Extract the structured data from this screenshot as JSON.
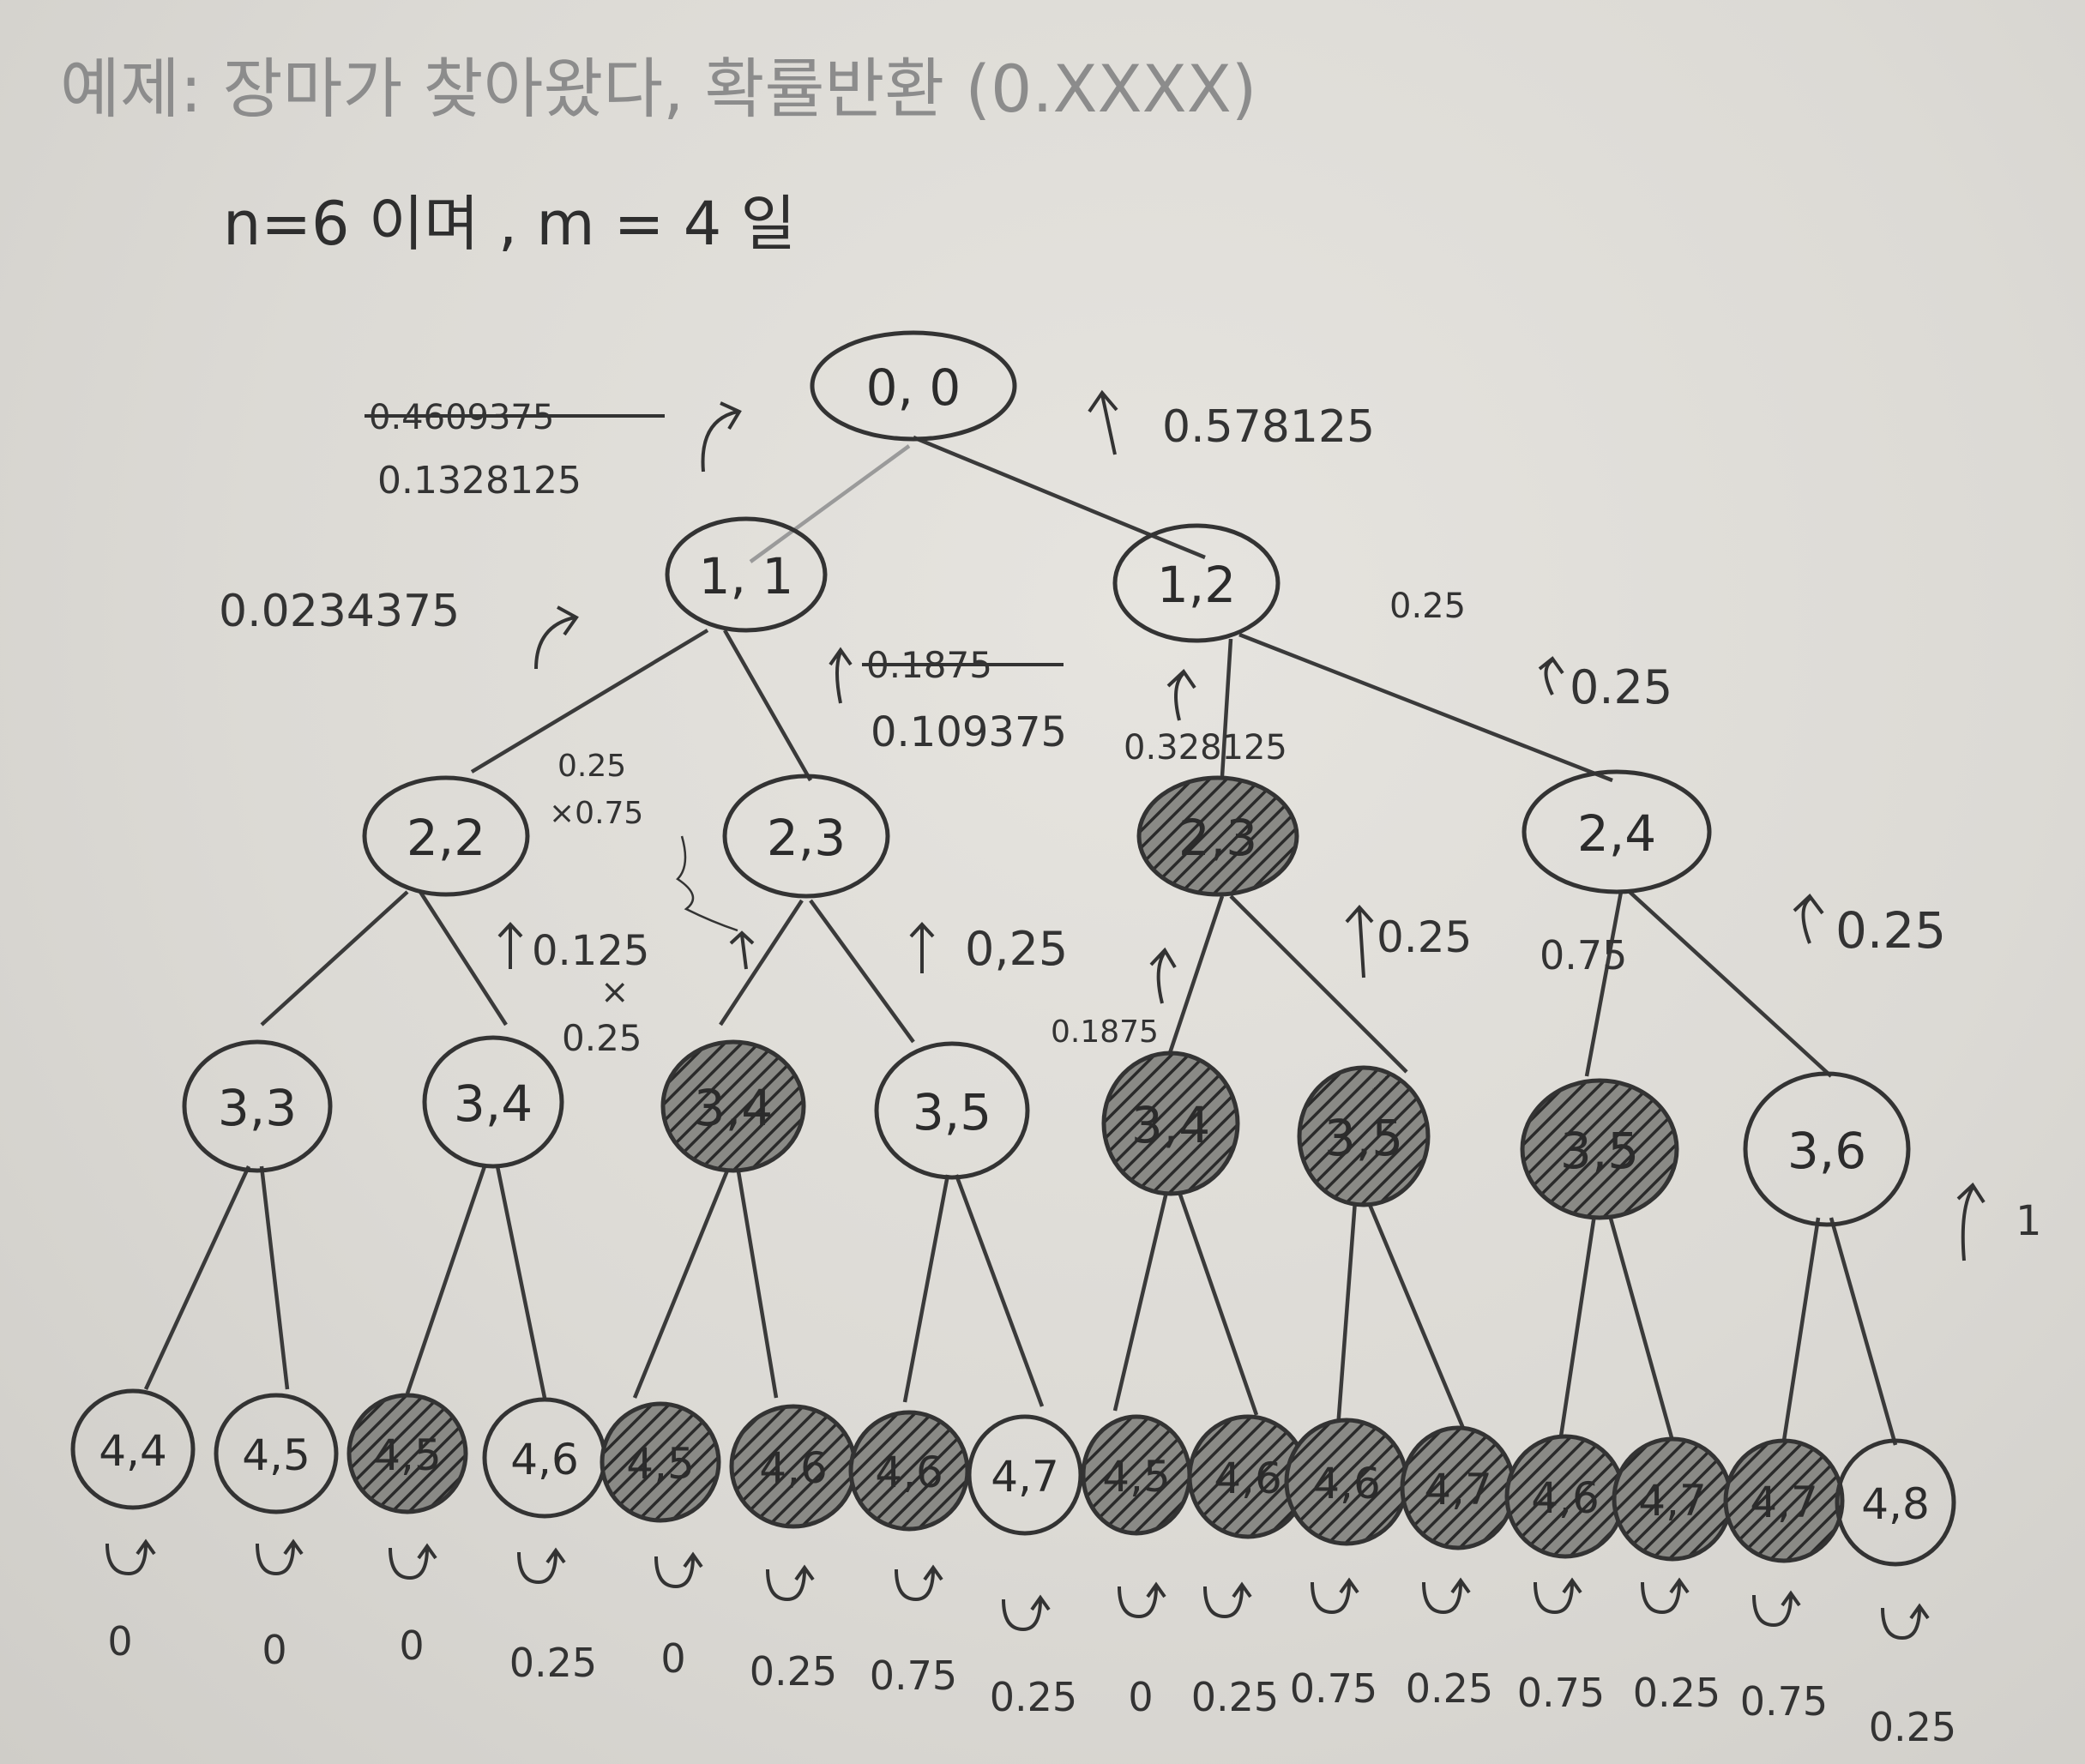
{
  "header": {
    "title": "예제: 장마가 찾아왔다, 확률반환 (0.XXXX)",
    "subtitle": "n=6 이며 , m = 4 일"
  },
  "nodes": {
    "n00": "0, 0",
    "n11": "1, 1",
    "n12": "1,2",
    "n22": "2,2",
    "n23": "2,3",
    "n23b": "2,3",
    "n24": "2,4",
    "n33": "3,3",
    "n34": "3,4",
    "n34b": "3,4",
    "n35": "3,5",
    "n34c": "3,4",
    "n35b": "3,5",
    "n35c": "3,5",
    "n36": "3,6",
    "l1": "4,4",
    "l2": "4,5",
    "l3": "4,5",
    "l4": "4,6",
    "l5": "4,5",
    "l6": "4,6",
    "l7": "4,6",
    "l8": "4,7",
    "l9": "4,5",
    "l10": "4,6",
    "l11": "4,6",
    "l12": "4,7",
    "l13": "4,6",
    "l14": "4,7",
    "l15": "4,7",
    "l16": "4,8"
  },
  "annotations": {
    "root_left_struck": "0.4609375",
    "root_left": "0.1328125",
    "root_right": "0.578125",
    "n11_left": "0.0234375",
    "n11_right_struck": "0.1875",
    "n11_right": "0.109375",
    "n12_left": "0.328125",
    "n12_right": "0.25",
    "n12_faint": "0.25",
    "mid_note_top": "0.25",
    "mid_note_bottom": "×0.75",
    "n22_right": "0.125",
    "n22_times": "×",
    "n22_right2": "0.25",
    "n23_right": "0,25",
    "n23b_left": "0.1875",
    "n23b_right": "0.25",
    "n24_left": "0.75",
    "n24_right": "0.25",
    "n36_right": "1"
  },
  "leaf_values": [
    "0",
    "0",
    "0",
    "0.25",
    "0",
    "0.25",
    "0.75",
    "0.25",
    "0",
    "0.25",
    "0.75",
    "0.25",
    "0.75",
    "0.25",
    "0.75",
    "0.25"
  ],
  "colors": {
    "ink": "#2e2e2e",
    "paper": "#dedcd7"
  }
}
